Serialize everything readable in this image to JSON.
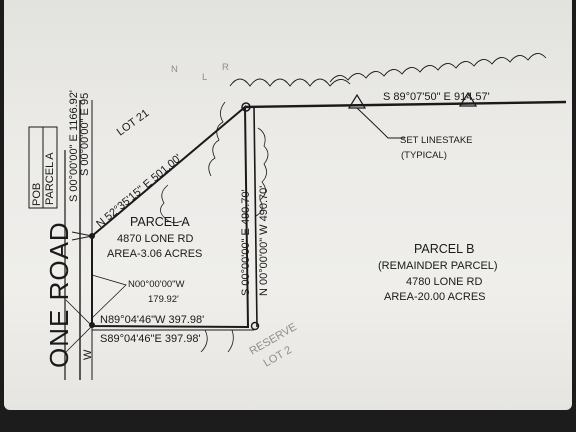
{
  "labels": {
    "pob": "POB",
    "parcel_a_tag": "PARCEL A",
    "lot21": "LOT 21",
    "top_faded_1": "N",
    "top_faded_2": "L",
    "top_faded_3": "R",
    "road": "ONE ROAD",
    "road_w": "W",
    "west_bearing_1": "S 00°00'00\" E 1166.92'",
    "west_bearing_2": "S 00°00'00\" E 95",
    "diag_bearing": "N 52°35'15\" E 501.00'",
    "top_bearing": "S 89°07'50\" E 914.57'",
    "vert_left": "S 00°00'00\" E 490.70'",
    "vert_right": "N 00°00'00\" W 490.70'",
    "small_bearing": "N00°00'00\"W",
    "small_dist": "179.92'",
    "bottom_top": "N89°04'46\"W 397.98'",
    "bottom_bot": "S89°04'46\"E 397.98'",
    "linestake_1": "SET LINESTAKE",
    "linestake_2": "(TYPICAL)",
    "parcel_a_title": "PARCEL A",
    "parcel_a_addr": "4870 LONE RD",
    "parcel_a_area": "AREA-3.06 ACRES",
    "parcel_b_title": "PARCEL B",
    "parcel_b_sub": "(REMAINDER PARCEL)",
    "parcel_b_addr": "4780 LONE RD",
    "parcel_b_area": "AREA-20.00 ACRES",
    "reserve": "RESERVE",
    "lot2": "LOT 2"
  },
  "colors": {
    "paper": "#ecebe8",
    "ink": "#1a1a1a",
    "frame": "#1c1c1c",
    "faded": "#8e8e8e"
  }
}
